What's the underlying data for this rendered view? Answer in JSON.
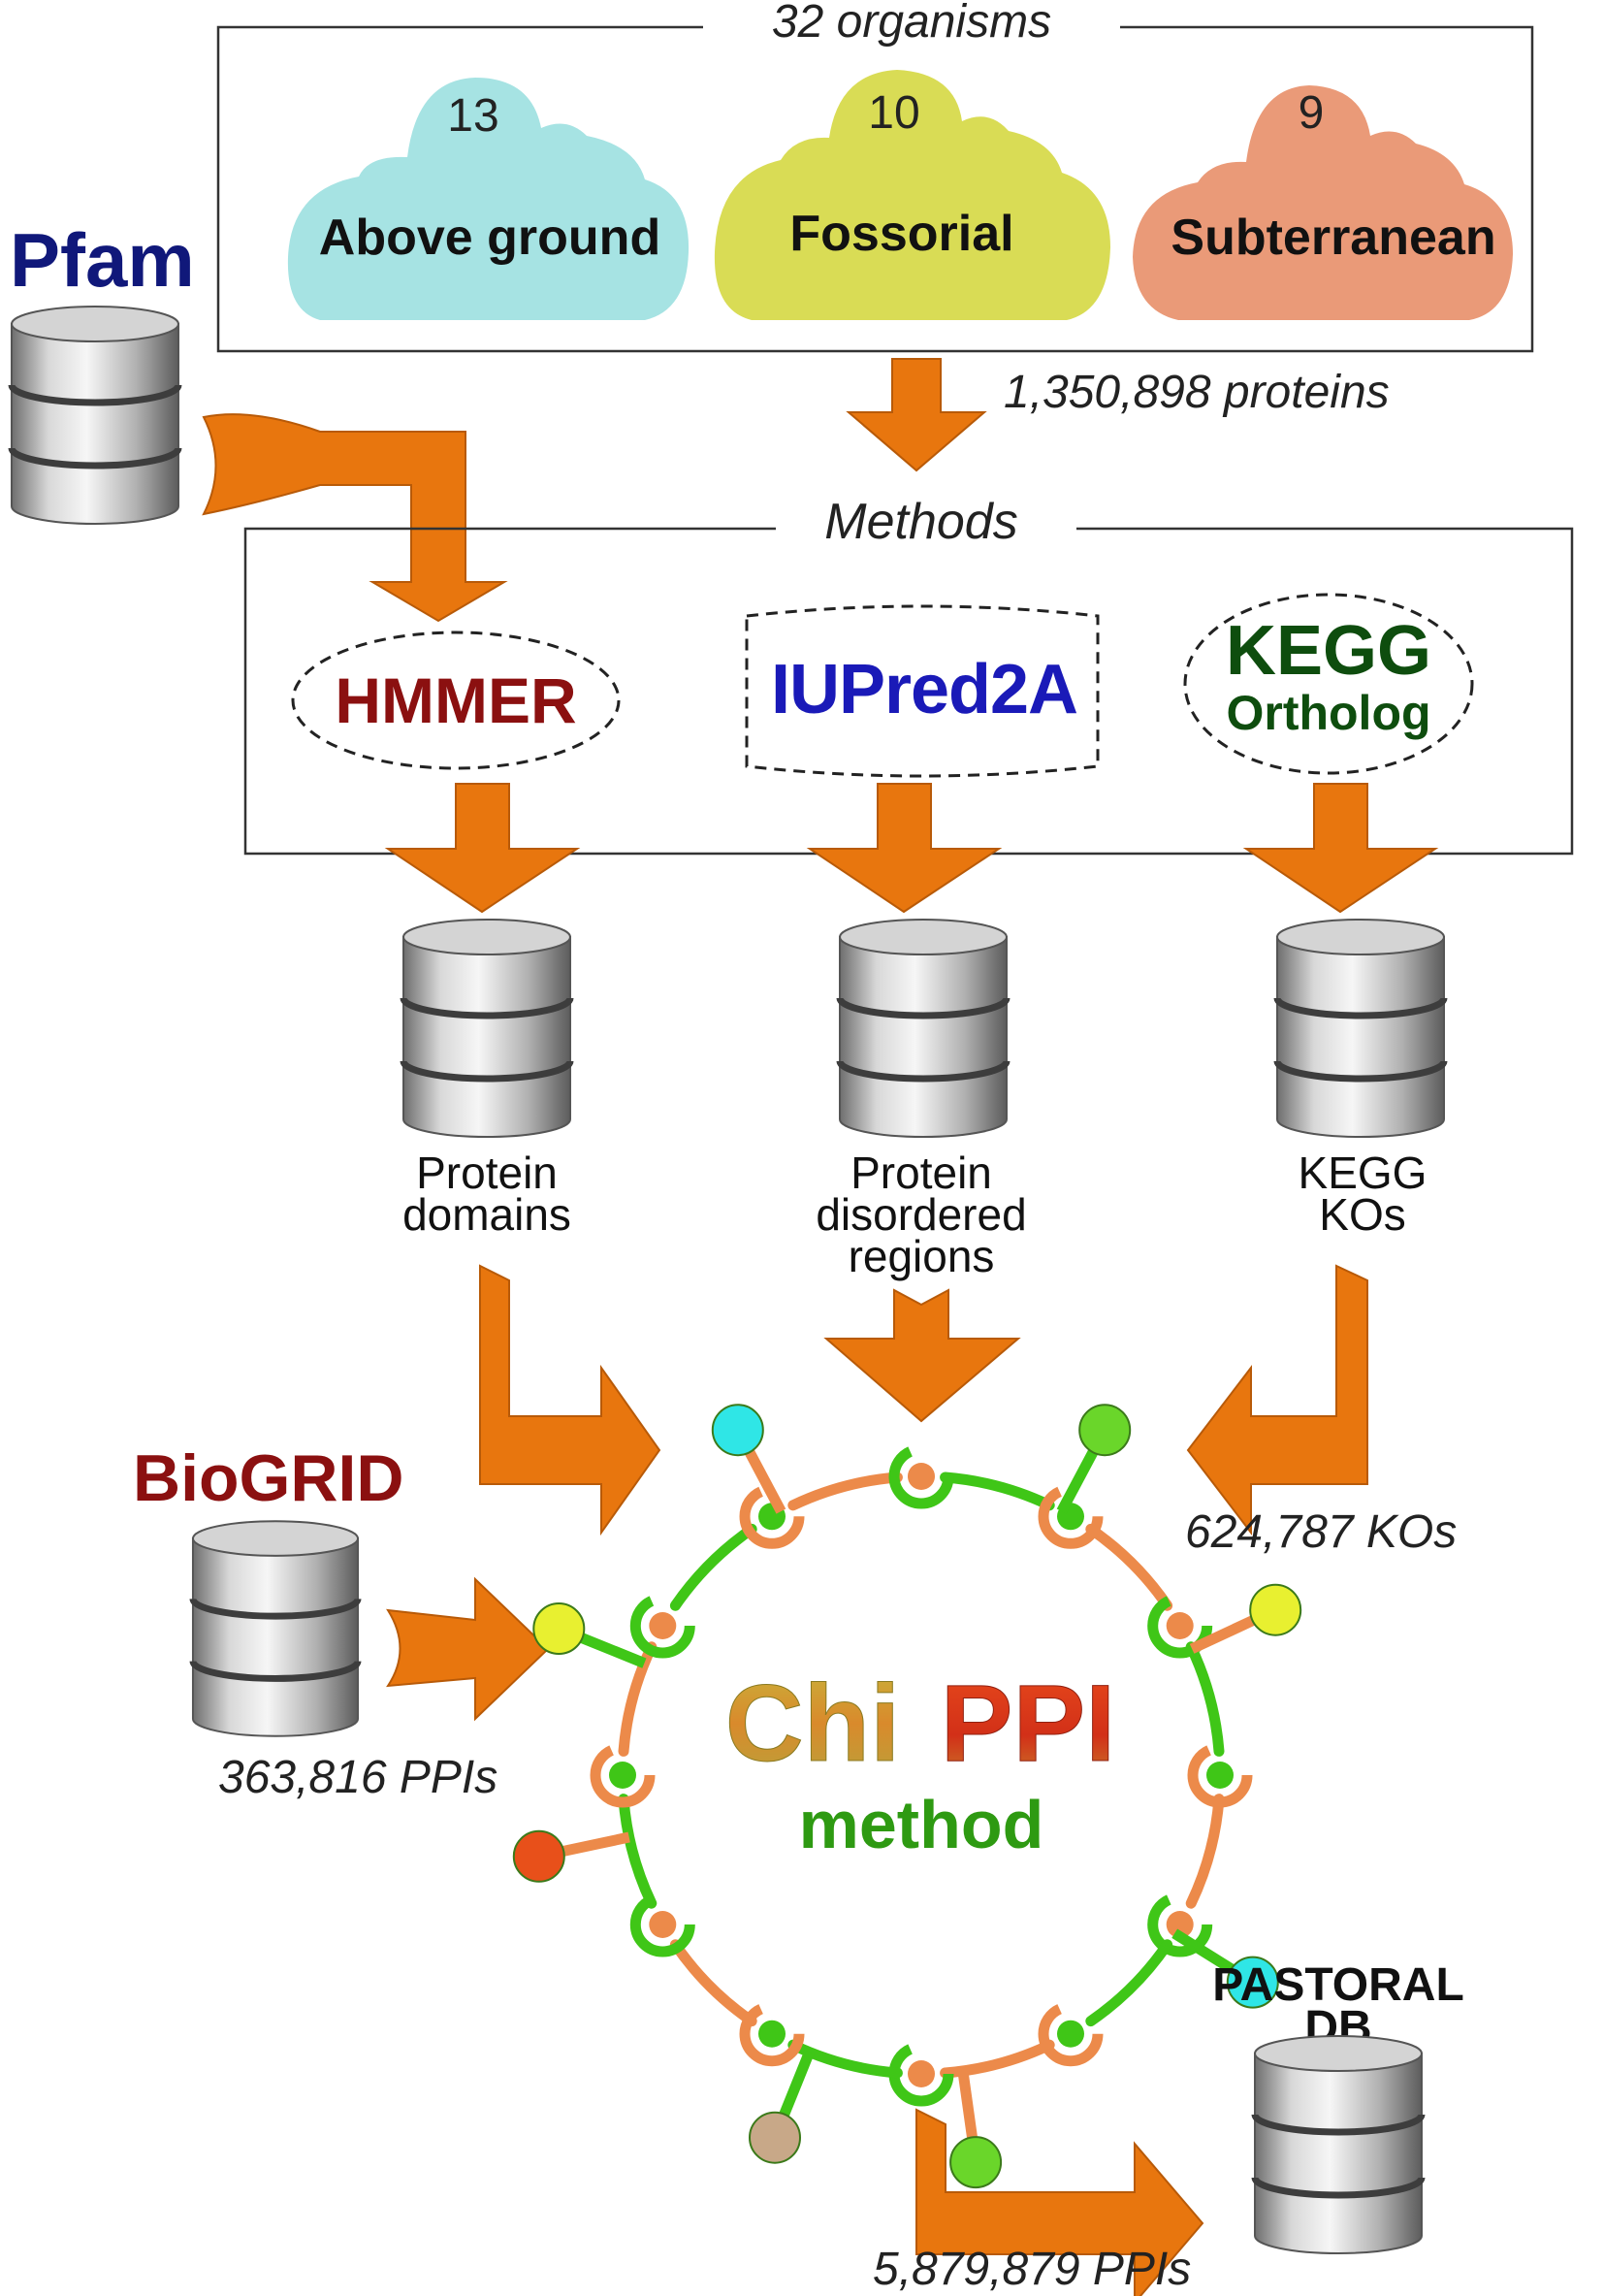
{
  "organisms": {
    "title": "32 organisms",
    "groups": [
      {
        "count": "13",
        "label": "Above ground",
        "color": "#a6e3e3"
      },
      {
        "count": "10",
        "label": "Fossorial",
        "color": "#d9dc55"
      },
      {
        "count": "9",
        "label": "Subterranean",
        "color": "#ea9a78"
      }
    ]
  },
  "proteins_count": "1,350,898 proteins",
  "pfam": {
    "label": "Pfam",
    "color": "#10187a"
  },
  "methods": {
    "title": "Methods",
    "hmmer": {
      "label": "HMMER",
      "color": "#8b1010"
    },
    "iupred": {
      "label": "IUPred2A",
      "color": "#1a1ab8"
    },
    "kegg": {
      "line1": "KEGG",
      "line2": "Ortholog",
      "color": "#0e4d0e"
    }
  },
  "outputs": {
    "domains": {
      "line1": "Protein",
      "line2": "domains"
    },
    "disordered": {
      "line1": "Protein",
      "line2": "disordered",
      "line3": "regions"
    },
    "kos": {
      "line1": "KEGG",
      "line2": "KOs"
    }
  },
  "kos_count": "624,787 KOs",
  "biogrid": {
    "label": "BioGRID",
    "count": "363,816 PPIs",
    "color": "#8b1010"
  },
  "chippi": {
    "chi": "Chi",
    "ppi": "PPI",
    "method": "method"
  },
  "pastoral": {
    "line1": "PASTORAL",
    "line2": "DB"
  },
  "final_count": "5,879,879 PPIs",
  "colors": {
    "arrow": "#e8760e",
    "arrow_edge": "#b85a08",
    "ring_green": "#3fc617",
    "ring_orange": "#ec8a4a"
  }
}
